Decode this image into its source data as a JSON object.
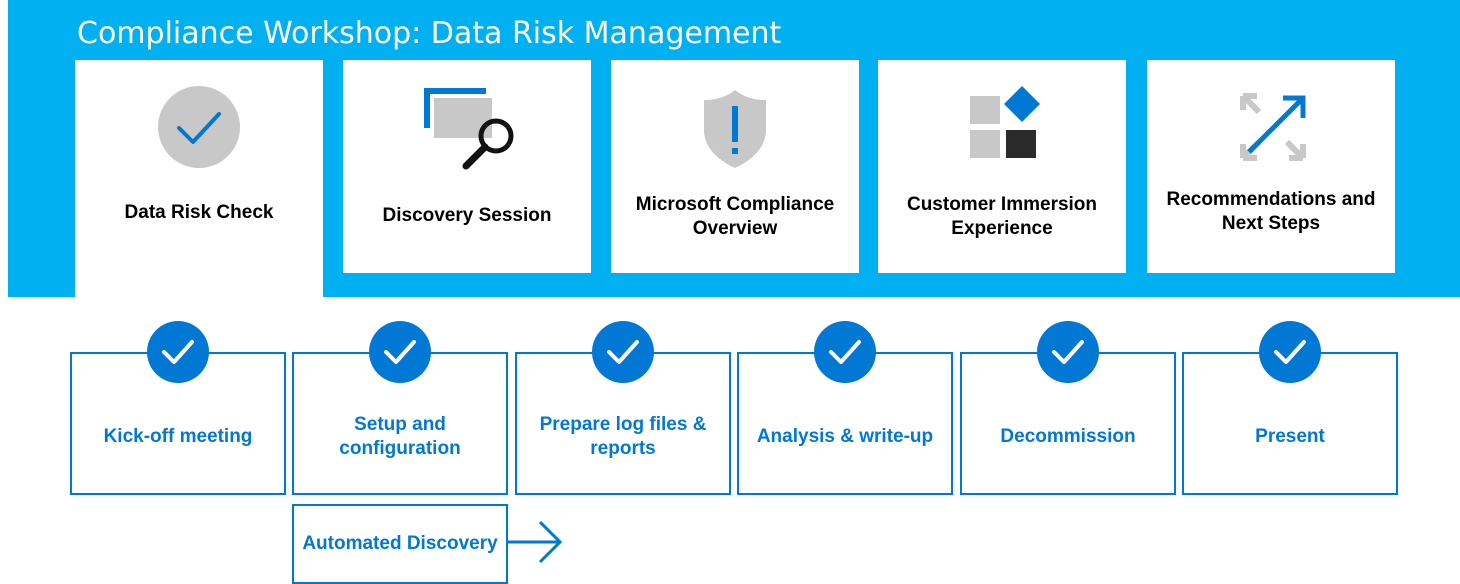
{
  "title": "Compliance Workshop: Data Risk Management",
  "modules": [
    {
      "label": "Data Risk Check",
      "icon": "check-circle-icon"
    },
    {
      "label": "Discovery Session",
      "icon": "magnifier-windows-icon"
    },
    {
      "label": "Microsoft Compliance Overview",
      "icon": "shield-alert-icon"
    },
    {
      "label": "Customer Immersion Experience",
      "icon": "blocks-diamond-icon"
    },
    {
      "label": "Recommendations and Next Steps",
      "icon": "expand-arrows-icon"
    }
  ],
  "steps": [
    {
      "label": "Kick-off meeting"
    },
    {
      "label": "Setup and configuration"
    },
    {
      "label": "Prepare log files & reports"
    },
    {
      "label": "Analysis & write-up"
    },
    {
      "label": "Decommission"
    },
    {
      "label": "Present"
    }
  ],
  "sub_step": {
    "label": "Automated Discovery",
    "icon": "arrow-right-icon"
  },
  "colors": {
    "banner": "#00b0f0",
    "accent": "#0078d4",
    "icon_gray": "#c8c8c8",
    "dark": "#2b2b2b"
  }
}
